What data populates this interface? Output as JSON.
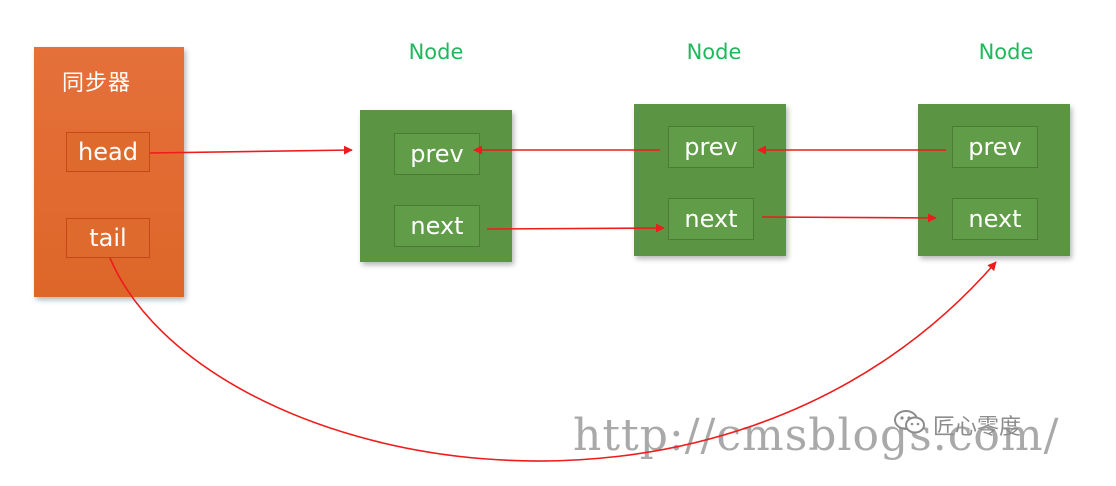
{
  "synchronizer": {
    "title": "同步器",
    "head_label": "head",
    "tail_label": "tail"
  },
  "nodes": [
    {
      "label": "Node",
      "prev_label": "prev",
      "next_label": "next"
    },
    {
      "label": "Node",
      "prev_label": "prev",
      "next_label": "next"
    },
    {
      "label": "Node",
      "prev_label": "prev",
      "next_label": "next"
    }
  ],
  "watermark": {
    "url_text": "http://cmsblogs.com/",
    "brand_text": "匠心零度",
    "brand_icon": "wechat-icon"
  },
  "colors": {
    "synchronizer_fill": "#e26b30",
    "node_fill": "#5b9543",
    "node_label": "#1fb85c",
    "arrow": "#ee1c1c",
    "watermark": "#a9a9a9"
  }
}
